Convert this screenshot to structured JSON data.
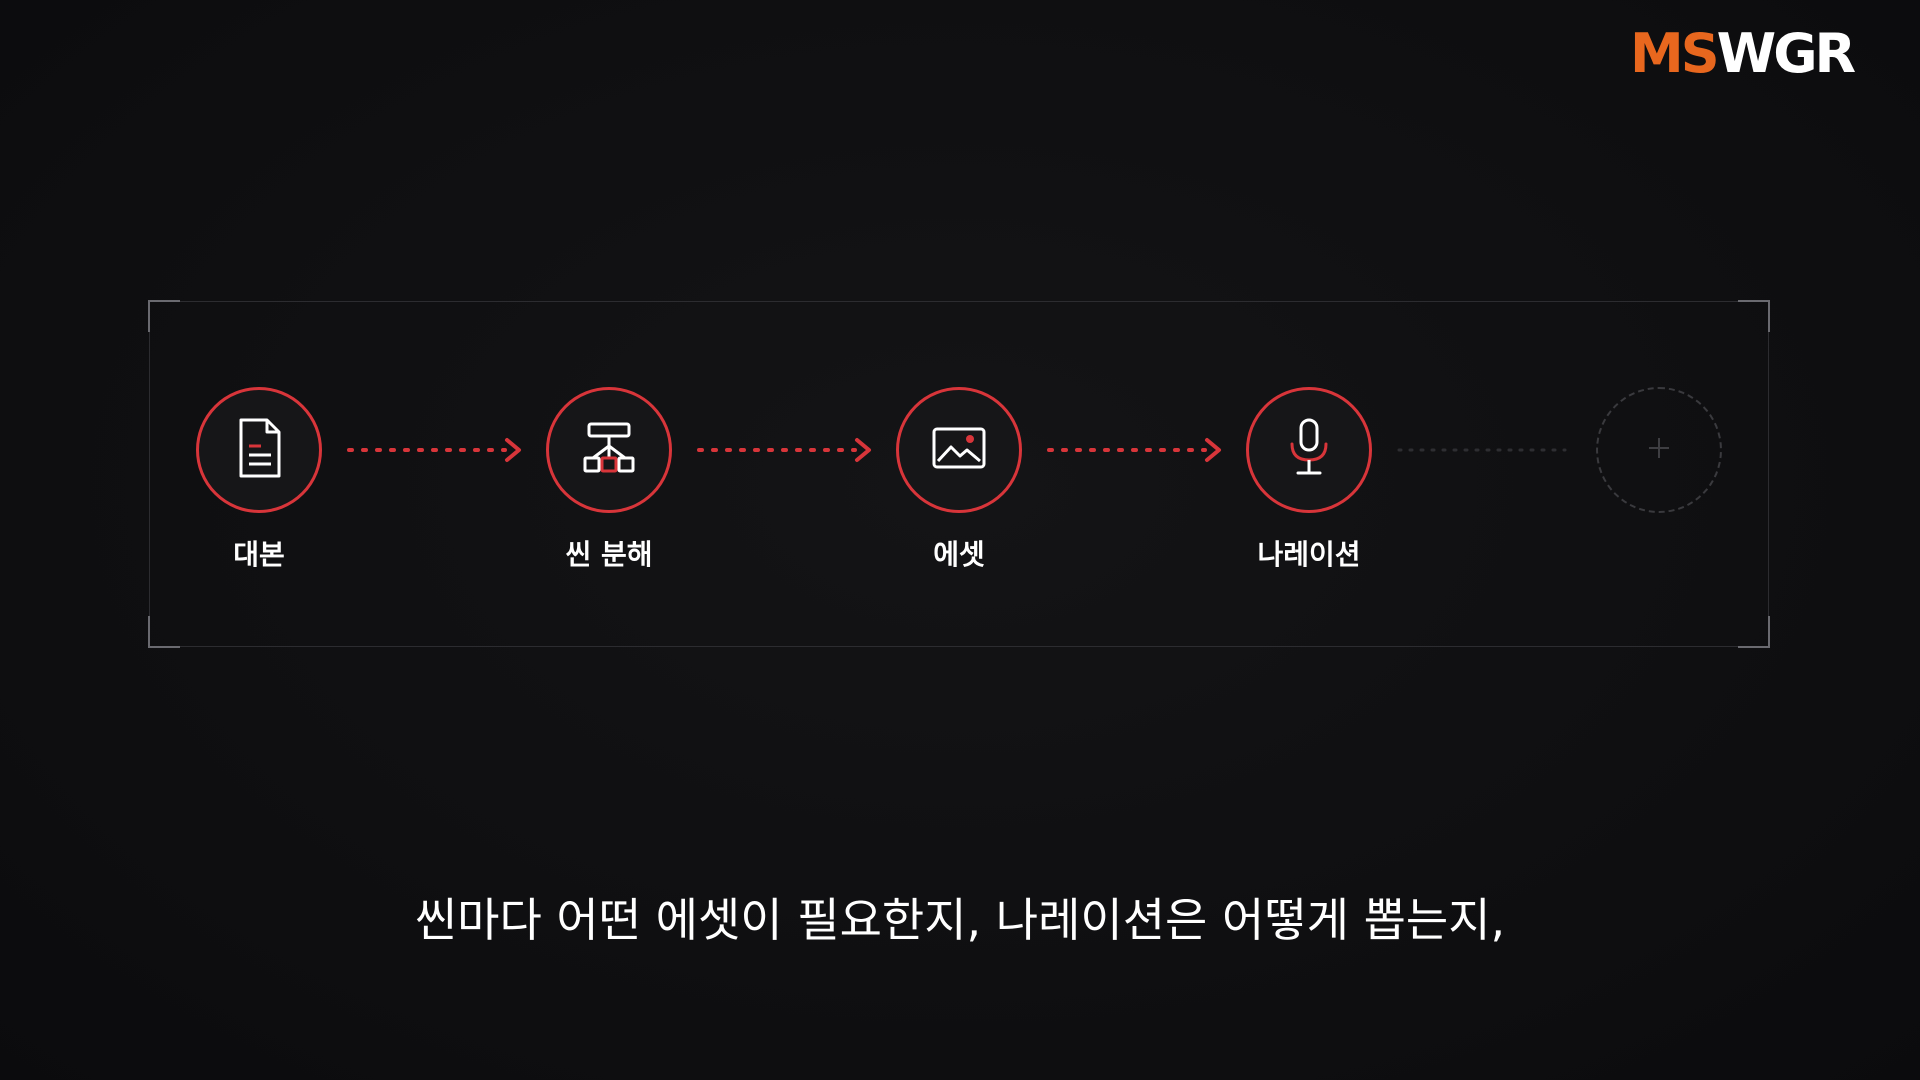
{
  "brand": {
    "logo_part1": "MS",
    "logo_part2": "WGR",
    "accent_color": "#e8671e"
  },
  "pipeline": {
    "accent_color": "#d8353a",
    "steps": [
      {
        "label": "대본",
        "icon": "document-icon"
      },
      {
        "label": "씬 분해",
        "icon": "hierarchy-icon"
      },
      {
        "label": "에셋",
        "icon": "image-icon"
      },
      {
        "label": "나레이션",
        "icon": "microphone-icon"
      },
      {
        "label": "",
        "icon": "plus-icon"
      }
    ]
  },
  "subtitle": "씬마다 어떤 에셋이 필요한지, 나레이션은 어떻게 뽑는지,"
}
